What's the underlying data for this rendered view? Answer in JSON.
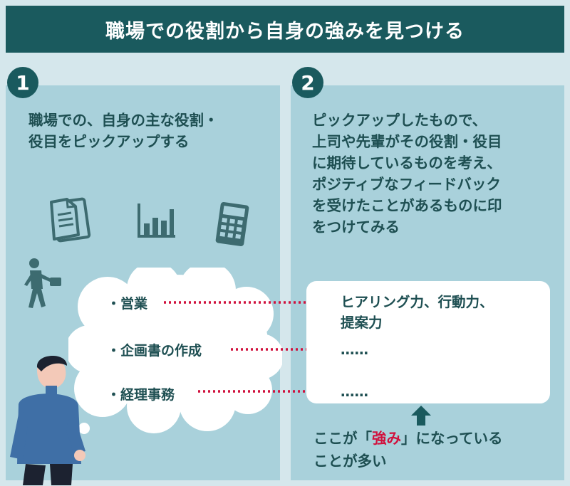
{
  "title": "職場での役割から自身の強みを見つける",
  "step1": {
    "number": "1",
    "text": "職場での、自身の主な役割・\n役目をピックアップする"
  },
  "step2": {
    "number": "2",
    "text": "ピックアップしたもので、\n上司や先輩がその役割・役目\nに期待しているものを考え、\nポジティブなフィードバック\nを受けたことがあるものに印\nをつけてみる"
  },
  "roles": [
    {
      "label": "・営業",
      "result": "ヒアリング力、行動力、\n提案力"
    },
    {
      "label": "・企画書の作成",
      "result": "……"
    },
    {
      "label": "・経理事務",
      "result": "……"
    }
  ],
  "note": {
    "before": "ここが「",
    "highlight": "強み",
    "after": "」になっている",
    "line2": "ことが多い"
  },
  "icons": [
    "document-icon",
    "bar-chart-icon",
    "calculator-icon",
    "businessman-icon",
    "thinking-person-illustration",
    "thought-cloud",
    "up-arrow-icon"
  ],
  "colors": {
    "background": "#d5e7ec",
    "title_bg": "#1a5a5e",
    "panel_bg": "#a9d1db",
    "text": "#1e4f52",
    "accent": "#d0113d",
    "icon": "#3d6b70"
  }
}
